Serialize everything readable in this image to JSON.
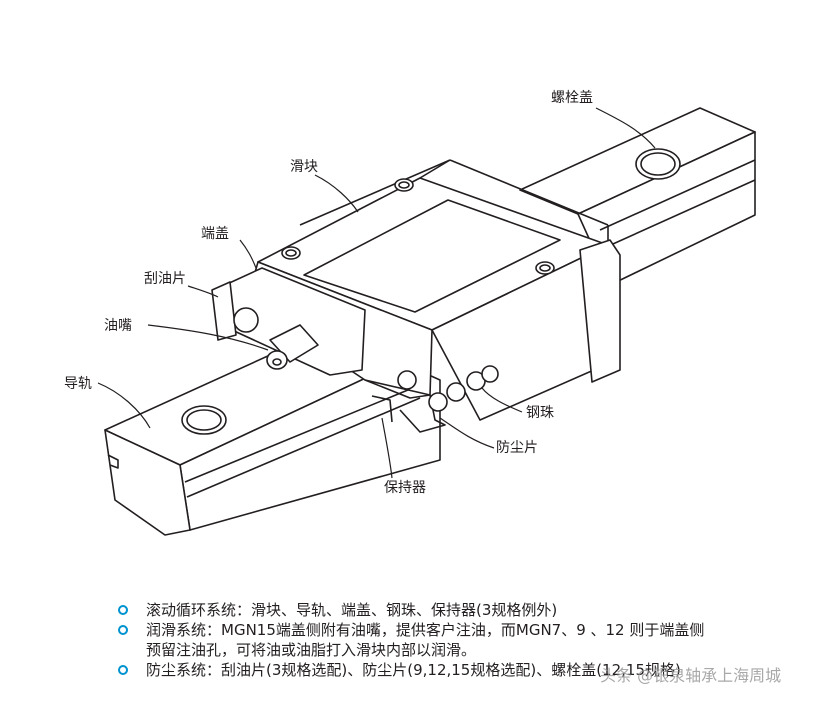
{
  "labels": {
    "bolt_cap": "螺栓盖",
    "block": "滑块",
    "end_cap": "端盖",
    "scraper": "刮油片",
    "grease_nipple": "油嘴",
    "rail": "导轨",
    "steel_ball": "钢珠",
    "dust_seal": "防尘片",
    "retainer": "保持器"
  },
  "notes": [
    {
      "lines": [
        "滚动循环系统：滑块、导轨、端盖、钢珠、保持器(3规格例外)"
      ]
    },
    {
      "lines": [
        "润滑系统：MGN15端盖侧附有油嘴，提供客户注油，而MGN7、9 、12 则于端盖侧",
        "预留注油孔，可将油或油脂打入滑块内部以润滑。"
      ]
    },
    {
      "lines": [
        "防尘系统：刮油片(3规格选配)、防尘片(9,12,15规格选配)、螺栓盖(12,15规格)"
      ]
    }
  ],
  "watermark": "头条 @银泉轴承上海周城",
  "colors": {
    "bullet": "#0093d0",
    "line": "#231f20",
    "text": "#231f20"
  }
}
